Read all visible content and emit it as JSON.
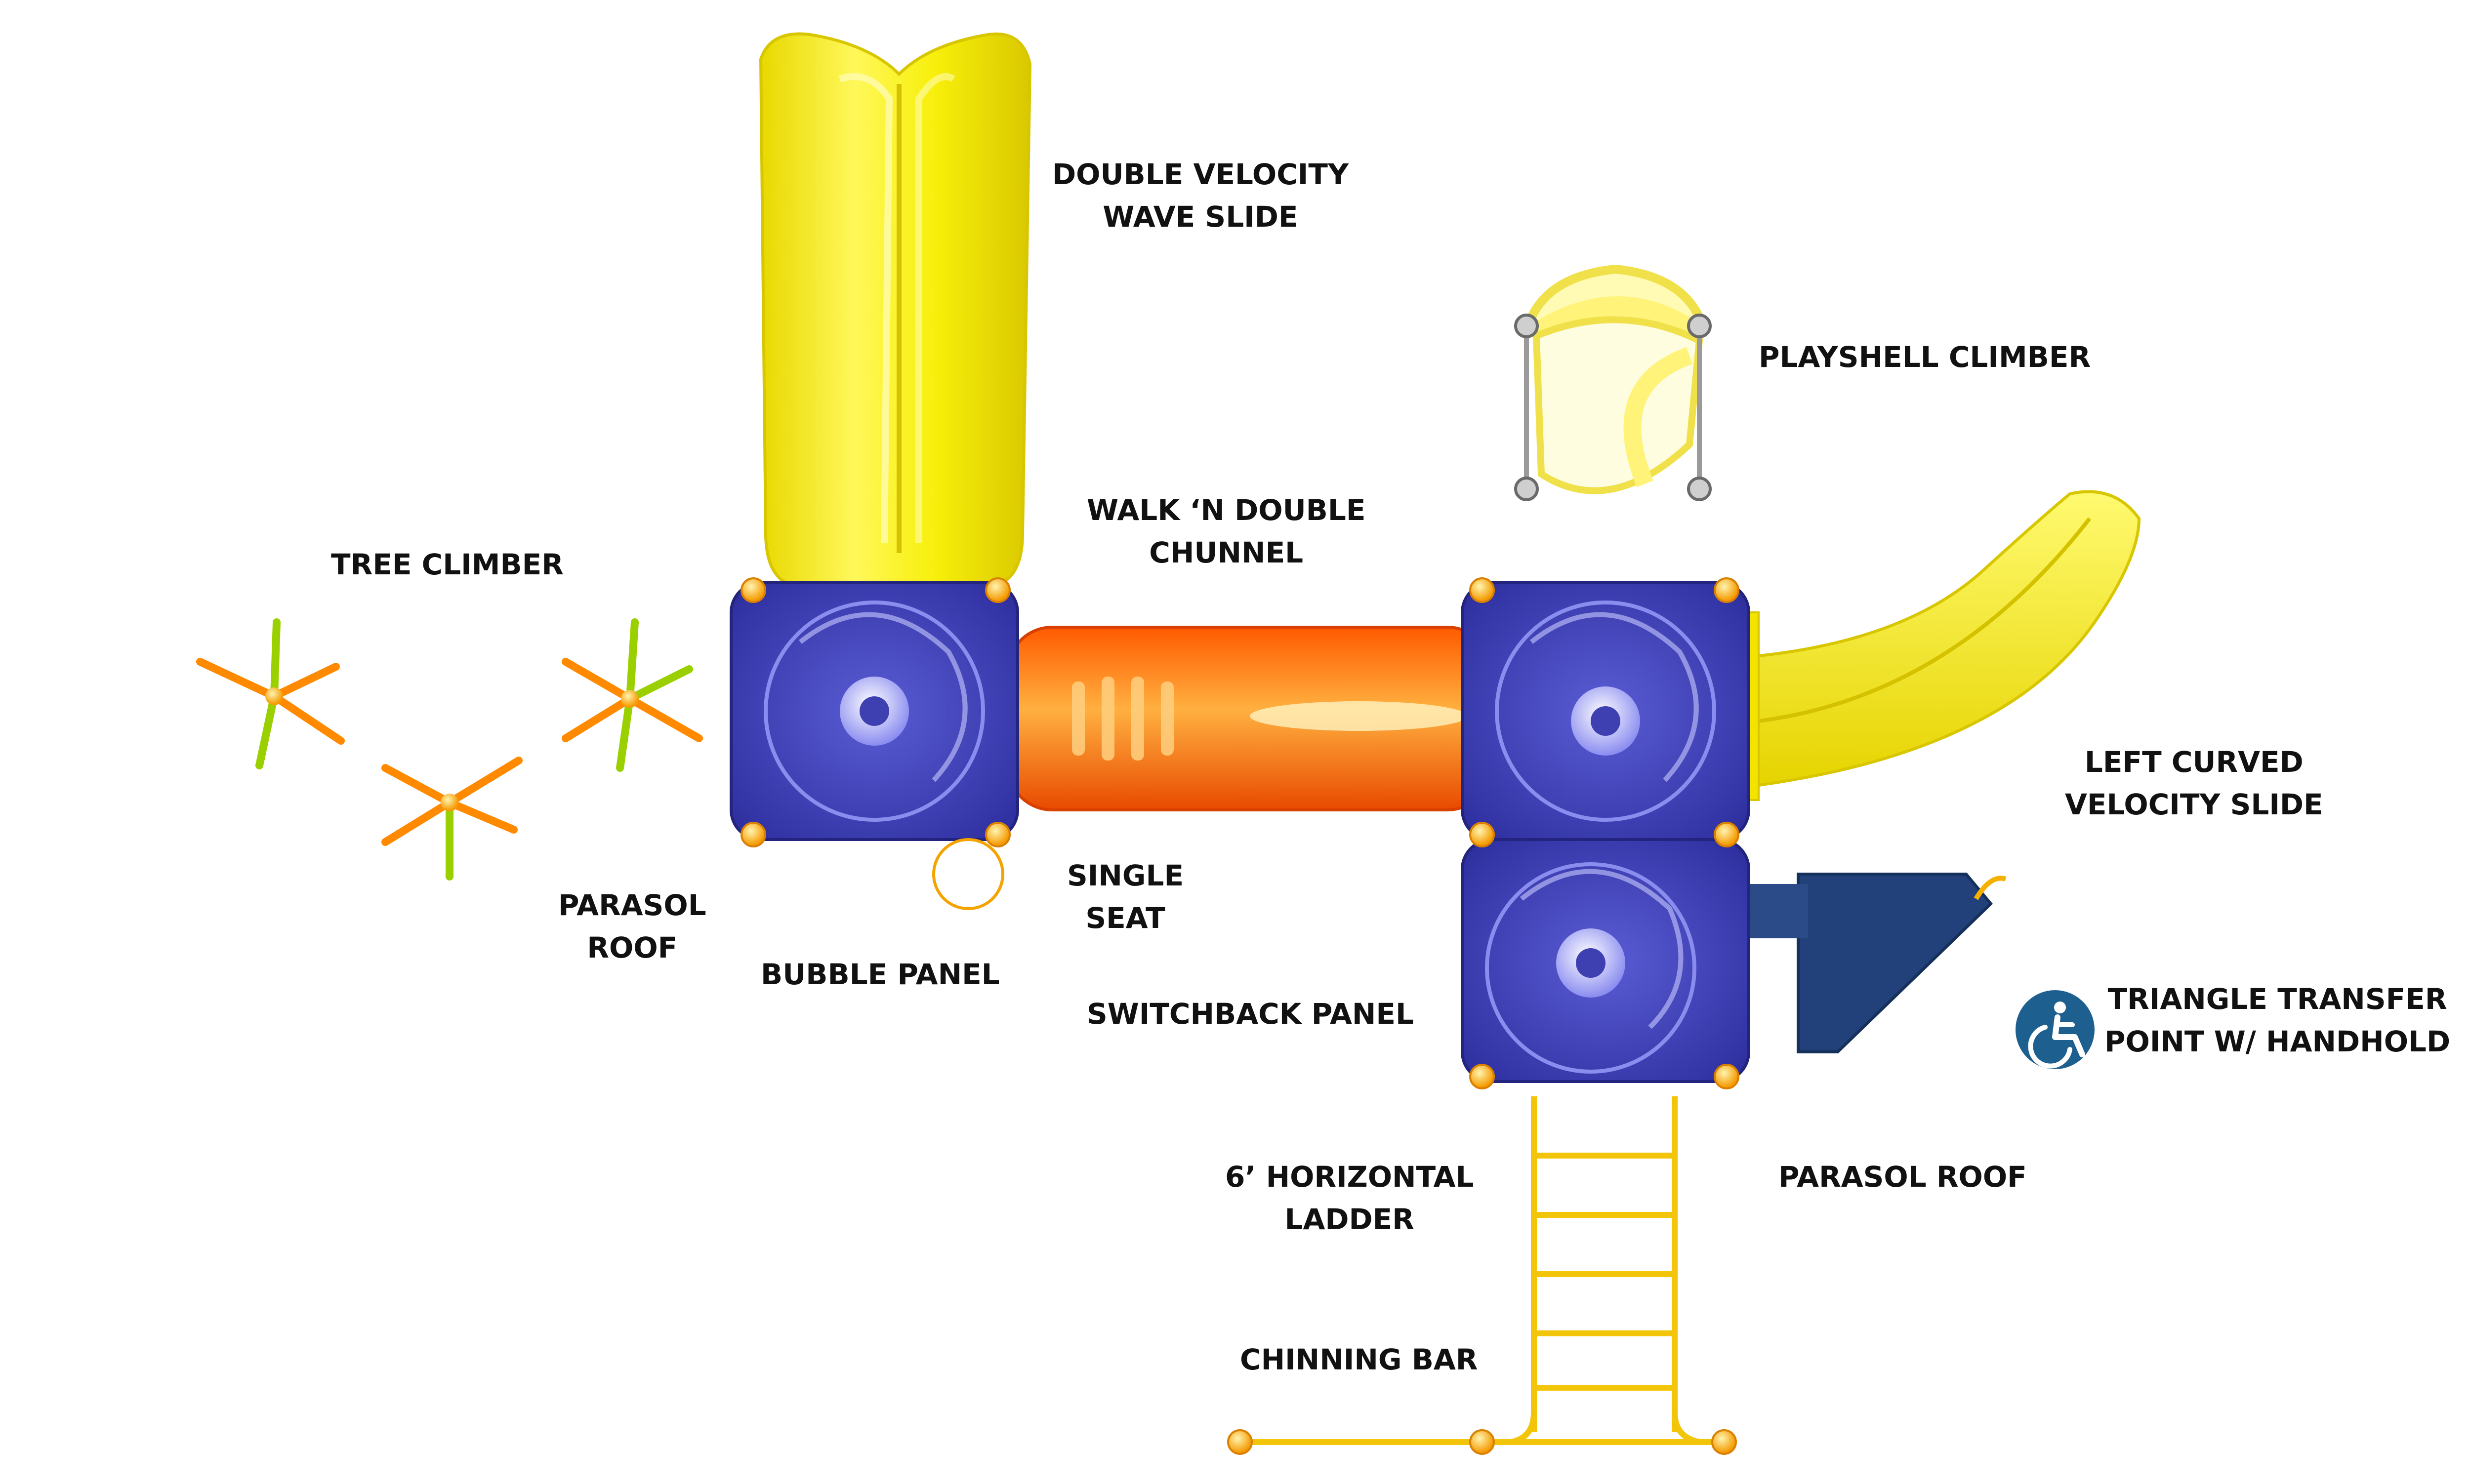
{
  "labels": {
    "double_velocity_wave_slide": [
      "DOUBLE VELOCITY",
      "WAVE SLIDE"
    ],
    "playshell_climber": [
      "PLAYSHELL CLIMBER"
    ],
    "tree_climber": [
      "TREE CLIMBER"
    ],
    "walk_n_double_chunnel": [
      "WALK ‘N DOUBLE",
      "CHUNNEL"
    ],
    "left_curved_velocity_slide": [
      "LEFT CURVED",
      "VELOCITY SLIDE"
    ],
    "parasol_roof_left": [
      "PARASOL",
      "ROOF"
    ],
    "single_seat": [
      "SINGLE",
      "SEAT"
    ],
    "bubble_panel": [
      "BUBBLE PANEL"
    ],
    "switchback_panel": [
      "SWITCHBACK PANEL"
    ],
    "triangle_transfer_point": [
      "TRIANGLE TRANSFER",
      "POINT W/ HANDHOLD"
    ],
    "horizontal_ladder": [
      "6’ HORIZONTAL",
      "LADDER"
    ],
    "parasol_roof_right": [
      "PARASOL ROOF"
    ],
    "chinning_bar": [
      "CHINNING BAR"
    ]
  },
  "icons": {
    "accessibility": "wheelchair-icon"
  },
  "colors": {
    "slide_yellow": "#f7ef0a",
    "tunnel_orange": "#ff6a00",
    "deck_blue": "#3e3fb0",
    "post_orange": "#f5a300",
    "transfer_navy": "#22407a",
    "accessibility_blue": "#1d5f8e",
    "label_text": "#111111"
  }
}
